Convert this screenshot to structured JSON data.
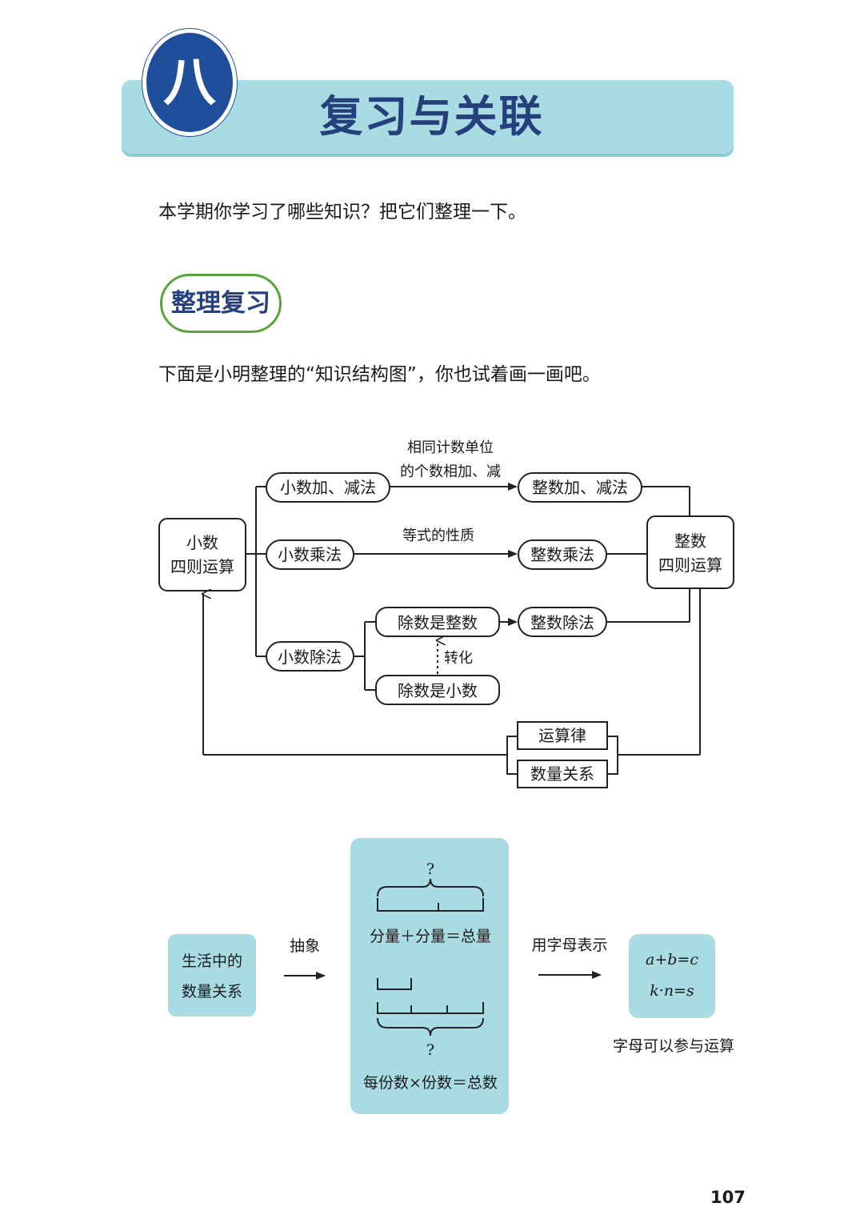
{
  "header": {
    "chapter_mark": "八",
    "title": "复习与关联"
  },
  "intro": "本学期你学习了哪些知识？把它们整理一下。",
  "section": {
    "label": "整理复习",
    "description": "下面是小明整理的“知识结构图”，你也试着画一画吧。"
  },
  "structure_map": {
    "left_box": [
      "小数",
      "四则运算"
    ],
    "right_box": [
      "整数",
      "四则运算"
    ],
    "decimal_add": "小数加、减法",
    "decimal_mul": "小数乘法",
    "decimal_div": "小数除法",
    "int_add": "整数加、减法",
    "int_mul": "整数乘法",
    "int_div": "整数除法",
    "divisor_int": "除数是整数",
    "divisor_dec": "除数是小数",
    "label_add": [
      "相同计数单位",
      "的个数相加、减"
    ],
    "label_mul": "等式的性质",
    "label_convert": "转化",
    "laws": "运算律",
    "quantity": "数量关系"
  },
  "bottom_flow": {
    "life_box": [
      "生活中的",
      "数量关系"
    ],
    "abstract_label": "抽象",
    "question_mark": "?",
    "part_whole": "分量＋分量＝总量",
    "per_unit": "每份数×份数＝总数",
    "letter_label": "用字母表示",
    "formula_1": "a+b=c",
    "formula_2": "k·n=s",
    "caption": "字母可以参与运算"
  },
  "page_number": "107"
}
